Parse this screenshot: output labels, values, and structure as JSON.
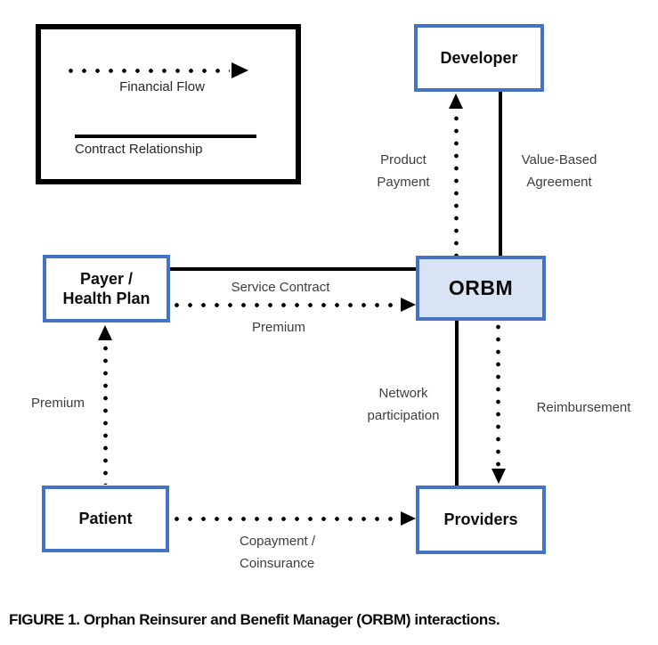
{
  "caption": "FIGURE 1. Orphan Reinsurer and Benefit Manager (ORBM) interactions.",
  "legend": {
    "financial_flow_label": "Financial Flow",
    "contract_relationship_label": "Contract Relationship"
  },
  "nodes": {
    "developer": {
      "label": "Developer"
    },
    "orbm": {
      "label": "ORBM"
    },
    "payer": {
      "label": "Payer /\nHealth Plan"
    },
    "patient": {
      "label": "Patient"
    },
    "providers": {
      "label": "Providers"
    }
  },
  "edges": {
    "product_payment": {
      "label": "Product\nPayment",
      "type": "financial_flow",
      "from": "orbm",
      "to": "developer"
    },
    "value_based_agreement": {
      "label": "Value-Based\nAgreement",
      "type": "contract",
      "from": "developer",
      "to": "orbm"
    },
    "service_contract": {
      "label": "Service Contract",
      "type": "contract",
      "from": "payer",
      "to": "orbm"
    },
    "premium_payer": {
      "label": "Premium",
      "type": "financial_flow",
      "from": "payer",
      "to": "orbm"
    },
    "premium_patient": {
      "label": "Premium",
      "type": "financial_flow",
      "from": "patient",
      "to": "payer"
    },
    "network_participation": {
      "label": "Network\nparticipation",
      "type": "contract",
      "from": "orbm",
      "to": "providers"
    },
    "reimbursement": {
      "label": "Reimbursement",
      "type": "financial_flow",
      "from": "orbm",
      "to": "providers"
    },
    "copayment": {
      "label": "Copayment /\nCoinsurance",
      "type": "financial_flow",
      "from": "patient",
      "to": "providers"
    }
  },
  "colors": {
    "node_border": "#4472C4",
    "orbm_fill": "#DAE3F3",
    "line": "#000000"
  }
}
